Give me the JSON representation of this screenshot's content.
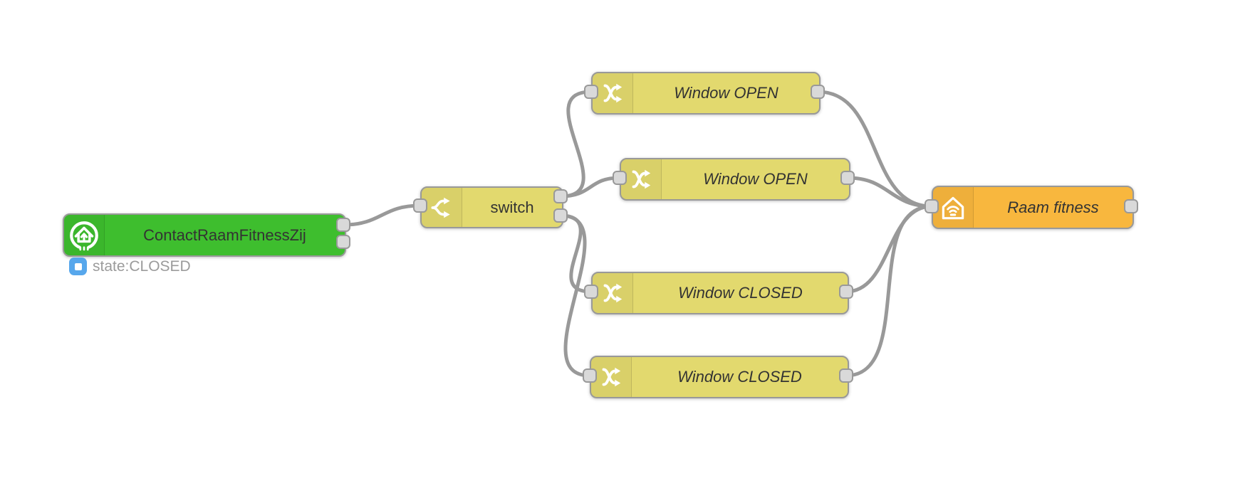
{
  "app": {
    "name": "flow-editor-canvas",
    "background_color": "#ffffff",
    "wire_color": "#999999",
    "port_fill_color": "#d9d9d9",
    "port_border_color": "#999999"
  },
  "nodes": {
    "source": {
      "label": "ContactRaamFitnessZij",
      "color": "#3ebe2e",
      "icon": "openhab-logo-icon",
      "outputs": 2,
      "status": {
        "text": "state:CLOSED",
        "shape": "rounded-square",
        "color": "#57a7ec"
      }
    },
    "switch": {
      "label": "switch",
      "color": "#e2d96e",
      "icon": "switch-branch-icon",
      "outputs": 2
    },
    "open1": {
      "label": "Window OPEN",
      "color": "#e2d96e",
      "icon": "shuffle-icon"
    },
    "open2": {
      "label": "Window OPEN",
      "color": "#e2d96e",
      "icon": "shuffle-icon"
    },
    "closed1": {
      "label": "Window CLOSED",
      "color": "#e2d96e",
      "icon": "shuffle-icon"
    },
    "closed2": {
      "label": "Window CLOSED",
      "color": "#e2d96e",
      "icon": "shuffle-icon"
    },
    "target": {
      "label": "Raam fitness",
      "color": "#f8b73e",
      "icon": "home-wifi-icon"
    }
  }
}
